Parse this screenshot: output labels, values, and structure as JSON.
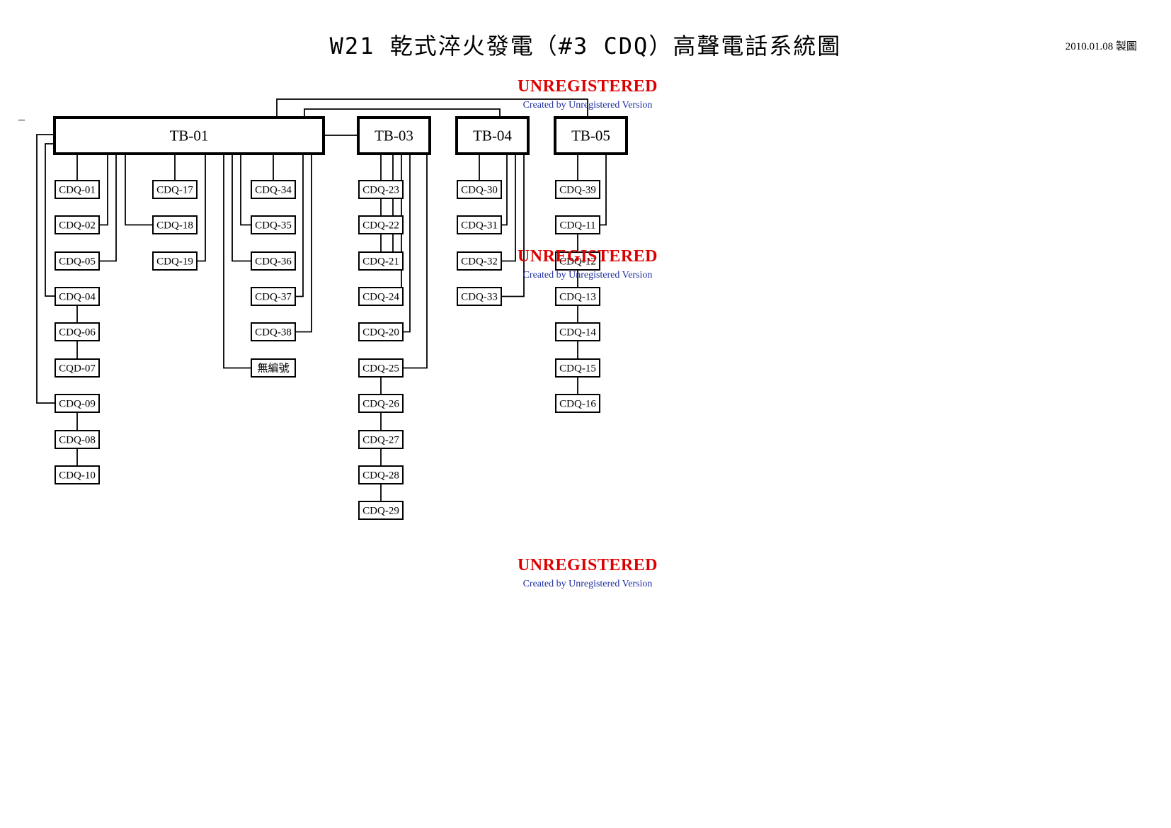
{
  "header": {
    "title": "W21 乾式淬火發電（#3 CDQ）高聲電話系統圖",
    "date": "2010.01.08 製圖",
    "left_mark": "–"
  },
  "watermark": {
    "headline": "UNREGISTERED",
    "subline": "Created by Unregistered Version"
  },
  "terminal_boxes": [
    {
      "id": "TB-01",
      "label": "TB-01"
    },
    {
      "id": "TB-03",
      "label": "TB-03"
    },
    {
      "id": "TB-04",
      "label": "TB-04"
    },
    {
      "id": "TB-05",
      "label": "TB-05"
    }
  ],
  "stations": [
    {
      "label": "CDQ-01",
      "parent": "TB-01"
    },
    {
      "label": "CDQ-02",
      "parent": "TB-01"
    },
    {
      "label": "CDQ-05",
      "parent": "TB-01"
    },
    {
      "label": "CDQ-04",
      "parent": "TB-01"
    },
    {
      "label": "CDQ-06",
      "parent": "CDQ-04"
    },
    {
      "label": "CQD-07",
      "parent": "CDQ-06"
    },
    {
      "label": "CDQ-09",
      "parent": "TB-01"
    },
    {
      "label": "CDQ-08",
      "parent": "CDQ-09"
    },
    {
      "label": "CDQ-10",
      "parent": "CDQ-08"
    },
    {
      "label": "CDQ-17",
      "parent": "TB-01"
    },
    {
      "label": "CDQ-18",
      "parent": "TB-01"
    },
    {
      "label": "CDQ-19",
      "parent": "TB-01"
    },
    {
      "label": "CDQ-34",
      "parent": "TB-01"
    },
    {
      "label": "CDQ-35",
      "parent": "TB-01"
    },
    {
      "label": "CDQ-36",
      "parent": "TB-01"
    },
    {
      "label": "CDQ-37",
      "parent": "TB-01"
    },
    {
      "label": "CDQ-38",
      "parent": "TB-01"
    },
    {
      "label": "無編號",
      "parent": "TB-01"
    },
    {
      "label": "CDQ-23",
      "parent": "TB-03"
    },
    {
      "label": "CDQ-22",
      "parent": "CDQ-23"
    },
    {
      "label": "CDQ-21",
      "parent": "CDQ-22"
    },
    {
      "label": "CDQ-24",
      "parent": "TB-03"
    },
    {
      "label": "CDQ-20",
      "parent": "TB-03"
    },
    {
      "label": "CDQ-25",
      "parent": "TB-03"
    },
    {
      "label": "CDQ-26",
      "parent": "CDQ-25"
    },
    {
      "label": "CDQ-27",
      "parent": "CDQ-26"
    },
    {
      "label": "CDQ-28",
      "parent": "CDQ-27"
    },
    {
      "label": "CDQ-29",
      "parent": "CDQ-28"
    },
    {
      "label": "CDQ-30",
      "parent": "TB-04"
    },
    {
      "label": "CDQ-31",
      "parent": "TB-04"
    },
    {
      "label": "CDQ-32",
      "parent": "TB-04"
    },
    {
      "label": "CDQ-33",
      "parent": "TB-04"
    },
    {
      "label": "CDQ-39",
      "parent": "TB-05"
    },
    {
      "label": "CDQ-11",
      "parent": "TB-05"
    },
    {
      "label": "CDQ-12",
      "parent": "CDQ-11"
    },
    {
      "label": "CDQ-13",
      "parent": "CDQ-12"
    },
    {
      "label": "CDQ-14",
      "parent": "CDQ-13"
    },
    {
      "label": "CDQ-15",
      "parent": "CDQ-14"
    },
    {
      "label": "CDQ-16",
      "parent": "CDQ-15"
    }
  ],
  "links": [
    {
      "from": "TB-01",
      "to": "TB-03"
    },
    {
      "from": "TB-01",
      "to": "TB-04"
    },
    {
      "from": "TB-01",
      "to": "TB-05"
    }
  ]
}
